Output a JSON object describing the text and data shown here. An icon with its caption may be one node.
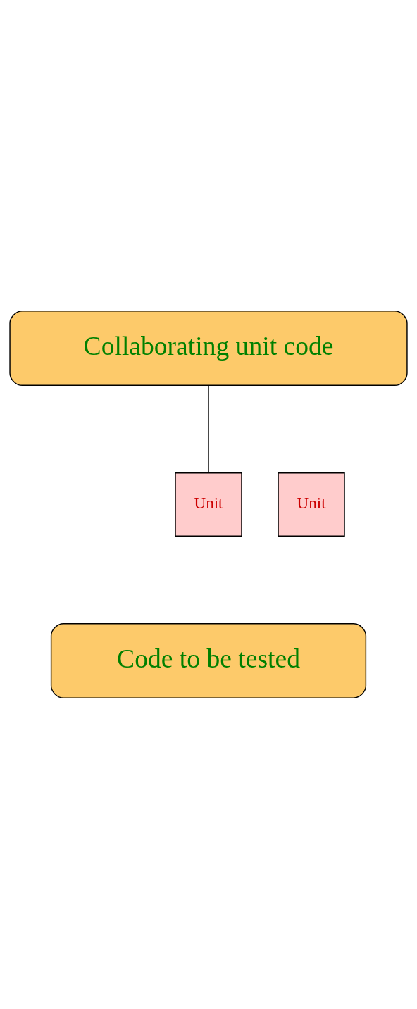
{
  "diagram": {
    "nodes": [
      {
        "text": [
          "Collaborating unit code"
        ]
      },
      {
        "text": [
          "Unit"
        ]
      },
      {
        "text": [
          "Unit"
        ]
      },
      {
        "text": [
          "Code to be tested"
        ]
      }
    ],
    "edges": [
      {
        "from": 0,
        "to": 2,
        "arrow": "none"
      }
    ]
  }
}
